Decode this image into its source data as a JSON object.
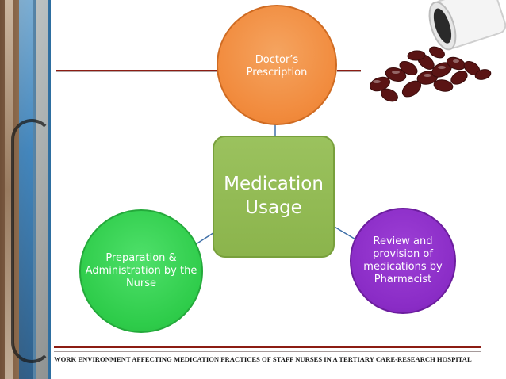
{
  "diagram": {
    "center": {
      "label": "Medication Usage"
    },
    "top": {
      "label": "Doctor’s Prescription"
    },
    "left": {
      "label": "Preparation & Administration by the Nurse"
    },
    "right": {
      "label": "Review and provision of medications by Pharmacist"
    }
  },
  "footer": {
    "text": "WORK ENVIRONMENT AFFECTING MEDICATION PRACTICES OF STAFF  NURSES IN A TERTIARY CARE-RESEARCH HOSPITAL"
  },
  "colors": {
    "orange": "#f18a3c",
    "green_center": "#8bb44c",
    "green_left": "#2ecc4a",
    "purple": "#8a2cc6",
    "rule_red": "#8c1c13",
    "connector": "#3f6fa8"
  },
  "decorations": {
    "left_strip": "medical-photo-strip",
    "top_right": "pill-bottle-with-capsules"
  }
}
